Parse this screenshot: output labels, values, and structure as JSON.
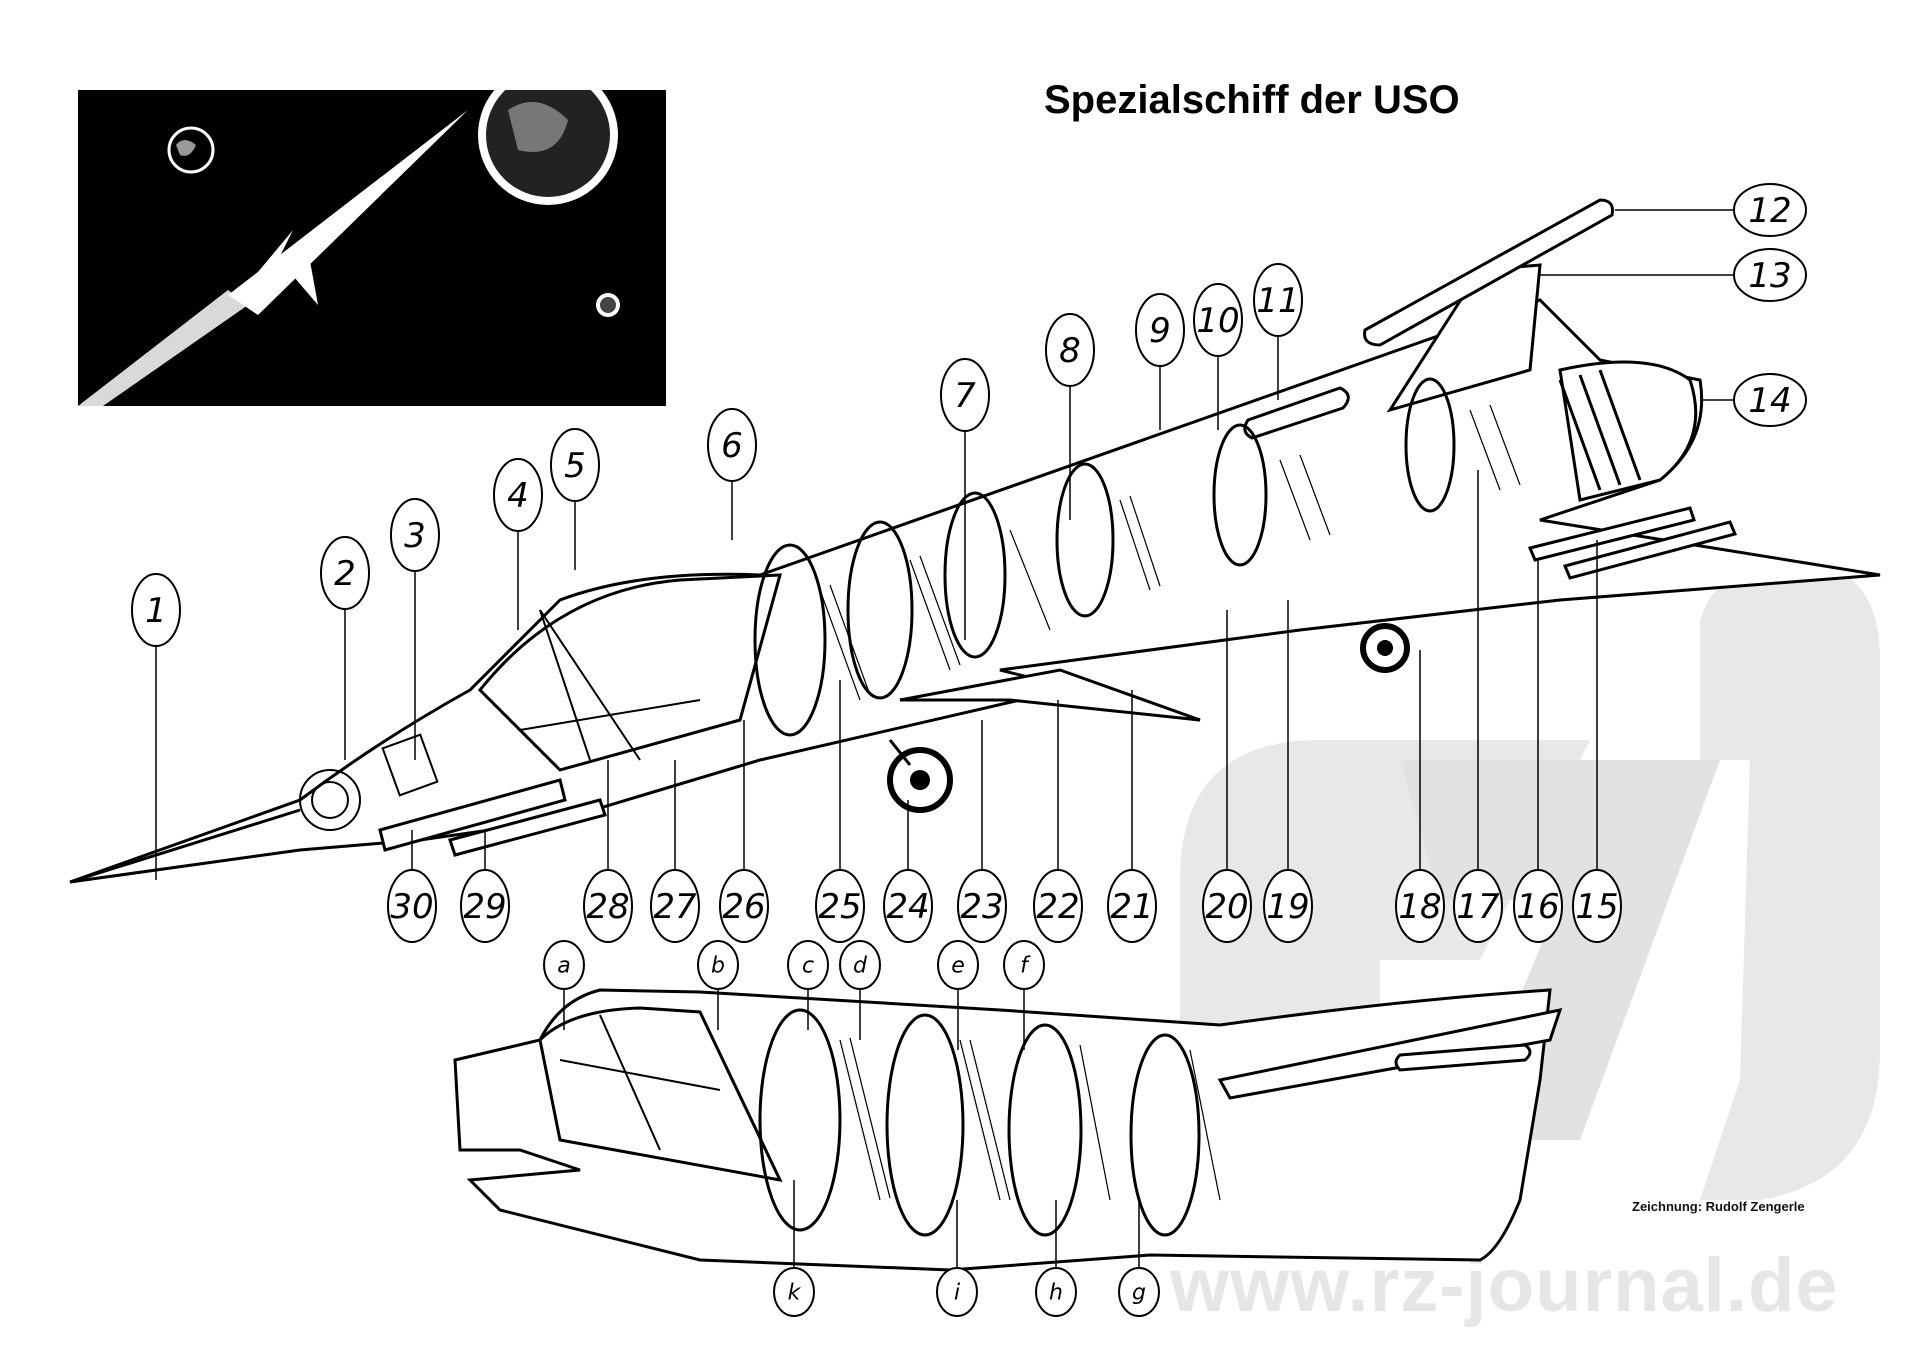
{
  "title": "Spezialschiff der USO",
  "credit": "Zeichnung: Rudolf Zengerle",
  "watermark": {
    "text": "www.rz-journal.de",
    "logo_letters": "rzj",
    "color": "#e6e6e6"
  },
  "inset": {
    "description": "Spaceship in flight among planets",
    "background": "#000000"
  },
  "main_drawing": {
    "description": "Cutaway drawing of the USO special ship",
    "callouts": [
      "1",
      "2",
      "3",
      "4",
      "5",
      "6",
      "7",
      "8",
      "9",
      "10",
      "11",
      "12",
      "13",
      "14",
      "15",
      "16",
      "17",
      "18",
      "19",
      "20",
      "21",
      "22",
      "23",
      "24",
      "25",
      "26",
      "27",
      "28",
      "29",
      "30"
    ]
  },
  "detail_drawing": {
    "description": "Enlarged cockpit section cutaway",
    "callouts": [
      "a",
      "b",
      "c",
      "d",
      "e",
      "f",
      "g",
      "h",
      "i",
      "k"
    ]
  }
}
